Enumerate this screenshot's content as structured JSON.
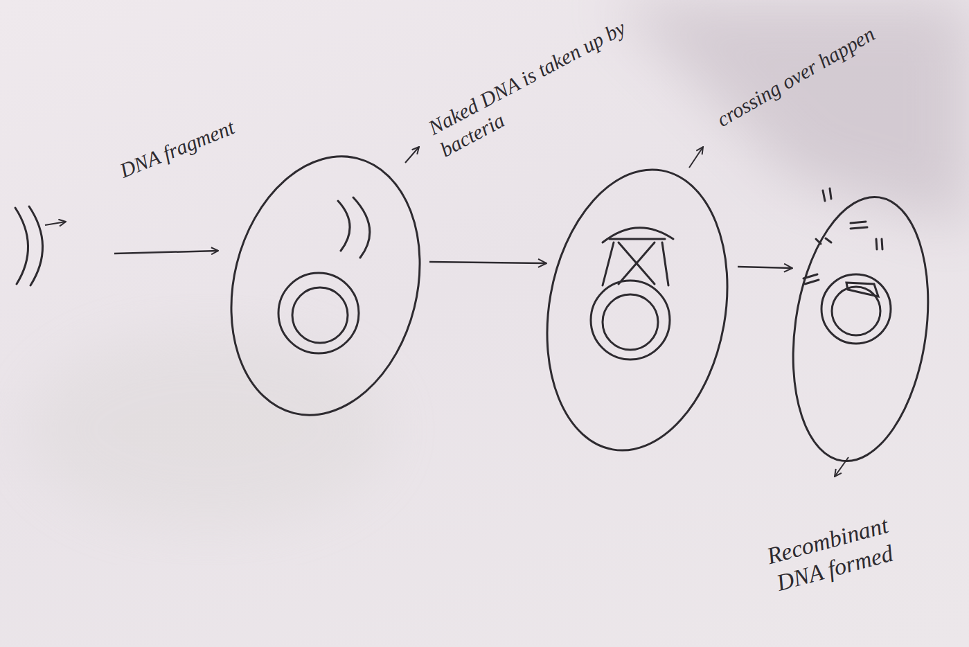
{
  "diagram": {
    "nodes": [
      {
        "text": [
          "Naked DNA is taken up by bacteria"
        ]
      },
      {
        "text": [
          "crossing over happen"
        ]
      },
      {
        "text": [
          "Recombinant DNA formed"
        ]
      }
    ],
    "edges": [
      {
        "from": 0,
        "to": 1,
        "arrow": "to"
      },
      {
        "from": 1,
        "to": 2,
        "arrow": "to"
      }
    ],
    "labels": [
      "DNA fragment"
    ]
  }
}
